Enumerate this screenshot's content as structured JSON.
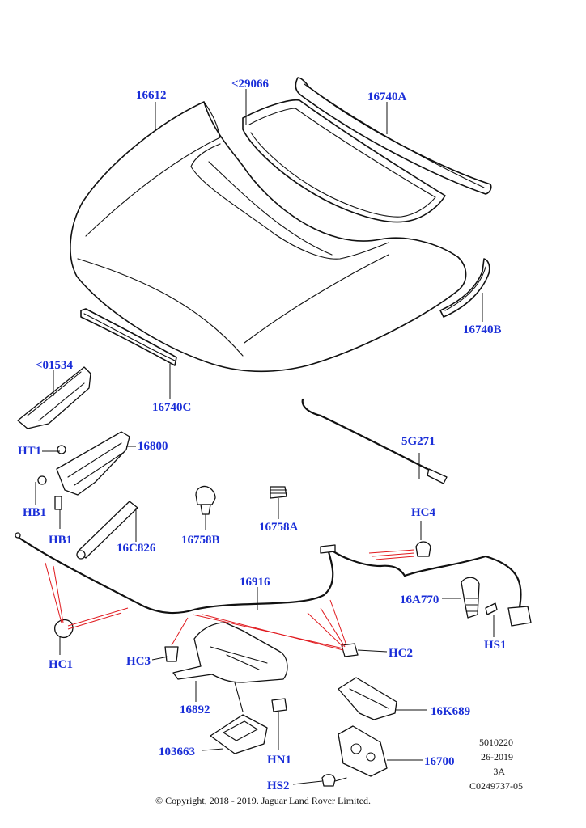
{
  "diagram": {
    "labels": {
      "hood": "16612",
      "insulator": "<29066",
      "seal_rear": "16740A",
      "seal_side": "16740B",
      "seal_front": "16740C",
      "bracket_top": "<01534",
      "hinge": "16800",
      "hinge_nut": "HT1",
      "hinge_bolt_a": "HB1",
      "hinge_bolt_b": "HB1",
      "gas_strut": "16C826",
      "bump_stop_a": "16758B",
      "bump_stop_b": "16758A",
      "prop_rod": "5G271",
      "clip_hc4": "HC4",
      "release_cable": "16916",
      "release_handle": "16A770",
      "screw_hs1": "HS1",
      "clip_hc1": "HC1",
      "clip_hc3": "HC3",
      "clip_hc2": "HC2",
      "latch_bracket": "16892",
      "latch_support": "16K689",
      "support_plate": "103663",
      "nut_hn1": "HN1",
      "latch": "16700",
      "screw_hs2": "HS2"
    },
    "info": {
      "line1": "5010220",
      "line2": "26-2019",
      "line3": "3A",
      "line4": "C0249737-05"
    },
    "copyright": "© Copyright, 2018 - 2019. Jaguar Land Rover Limited."
  }
}
